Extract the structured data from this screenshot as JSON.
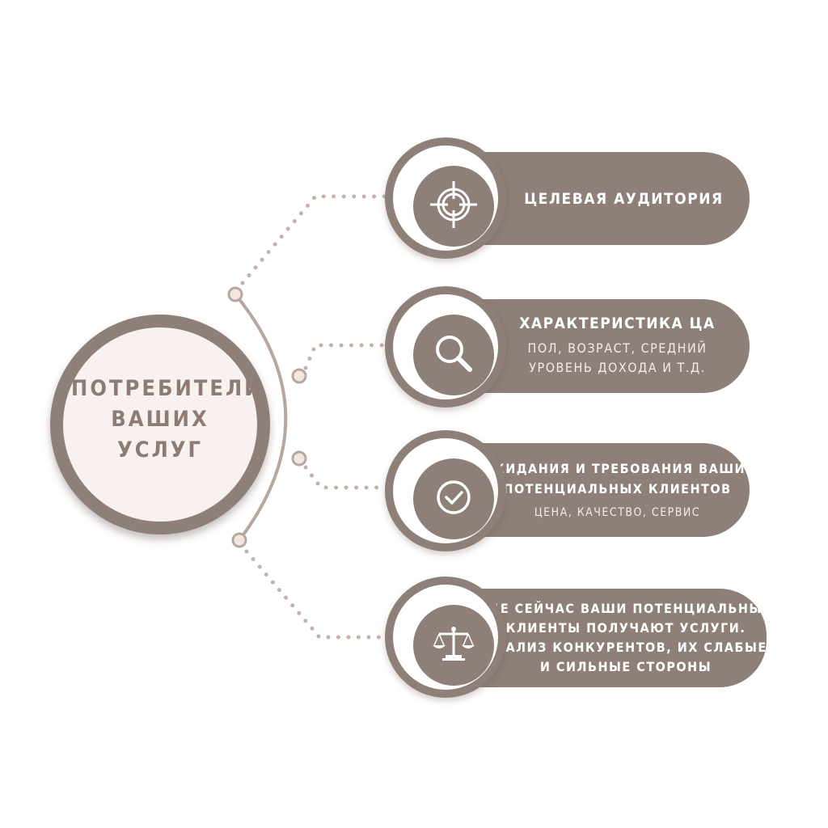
{
  "hub": {
    "line1": "ПОТРЕБИТЕЛИ",
    "line2": "ВАШИХ",
    "line3": "УСЛУГ"
  },
  "items": [
    {
      "icon": "target-icon",
      "title": "ЦЕЛЕВАЯ АУДИТОРИЯ"
    },
    {
      "icon": "search-icon",
      "title": "ХАРАКТЕРИСТИКА ЦА",
      "desc_line1": "ПОЛ, ВОЗРАСТ, СРЕДНИЙ",
      "desc_line2": "УРОВЕНЬ ДОХОДА И Т.Д."
    },
    {
      "icon": "check-circle-icon",
      "title_line1": "ОЖИДАНИЯ И ТРЕБОВАНИЯ ВАШИХ",
      "title_line2": "ПОТЕНЦИАЛЬНЫХ КЛИЕНТОВ",
      "desc_line1": "ЦЕНА, КАЧЕСТВО, СЕРВИС"
    },
    {
      "icon": "scales-icon",
      "title_line1": "ГДЕ СЕЙЧАС ВАШИ ПОТЕНЦИАЛЬНЫЕ",
      "title_line2": "КЛИЕНТЫ ПОЛУЧАЮТ УСЛУГИ.",
      "title_line3": "АНАЛИЗ КОНКУРЕНТОВ, ИХ СЛАБЫЕ",
      "title_line4": "И СИЛЬНЫЕ СТОРОНЫ"
    }
  ],
  "colors": {
    "primary": "#8e7f78",
    "hub_fill": "#f8f1ef",
    "connector_line": "#b7a7a1",
    "dot": "#c4b1aa",
    "node_fill": "#f6e6e2",
    "text_on_primary": "#ffffff",
    "hub_text": "#8c7c75"
  }
}
